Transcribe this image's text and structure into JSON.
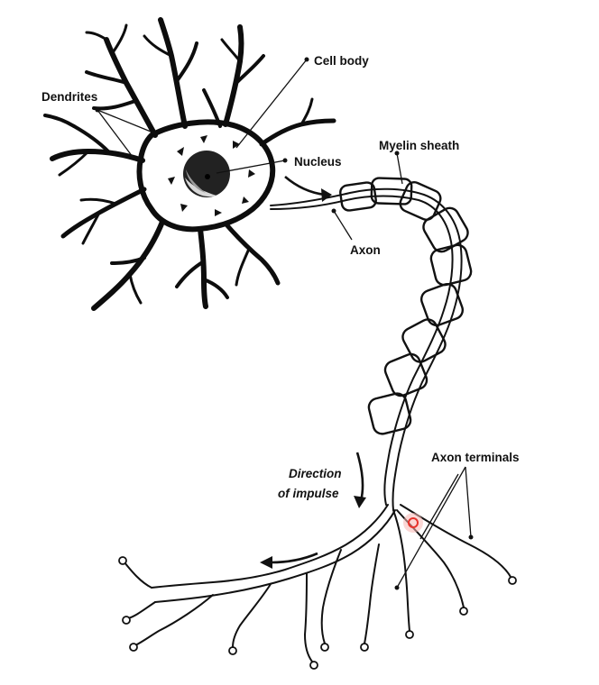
{
  "labels": {
    "dendrites": "Dendrites",
    "cell_body": "Cell body",
    "nucleus": "Nucleus",
    "myelin_sheath": "Myelin sheath",
    "axon": "Axon",
    "direction_line1": "Direction",
    "direction_line2": "of impulse",
    "axon_terminals": "Axon terminals"
  },
  "colors": {
    "line": "#111111",
    "nucleus": "#222222",
    "highlight": "#e8322b",
    "background": "#ffffff"
  }
}
